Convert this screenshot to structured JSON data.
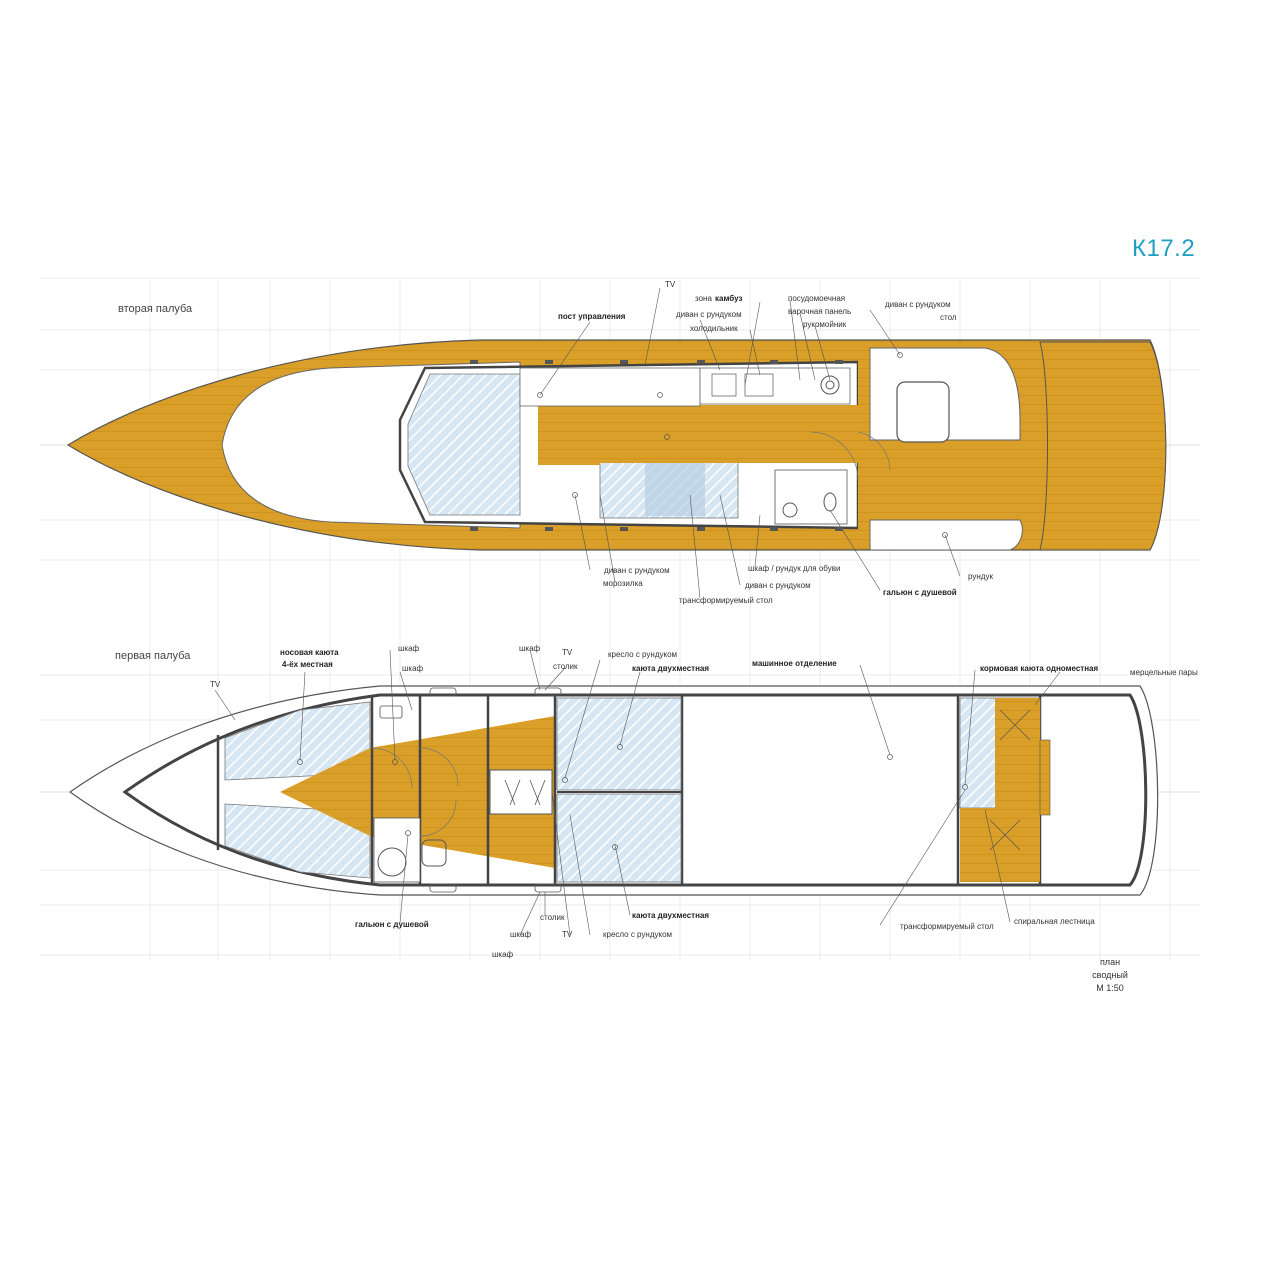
{
  "project_code": "К17.2",
  "colors": {
    "wood": "#d99f28",
    "glass": "#cfe3f1",
    "line": "#4a4a4a",
    "accent": "#1e9ec2"
  },
  "upper_deck": {
    "title": "вторая палуба",
    "labels": {
      "tv": "TV",
      "galley_zone_prefix": "зона",
      "galley_zone": "камбуз",
      "helm": "пост управления",
      "sofa_chest": "диван с рундуком",
      "fridge": "холодильник",
      "dishwasher": "посудомоечная",
      "cooktop": "варочная панель",
      "sink": "рукомойник",
      "sofa_chest_right": "диван с рундуком",
      "table": "стол",
      "sofa_chest_bottom": "диван с рундуком",
      "icemaker": "морозилка",
      "wardrobe": "шкаф / рундук для обуви",
      "sofa_chest_bottom2": "диван с рундуком",
      "transform_table": "трансформируемый стол",
      "head_shower": "гальюн с душевой",
      "locker": "рундук"
    }
  },
  "lower_deck": {
    "title": "первая палуба",
    "labels": {
      "tv_left": "TV",
      "bow_cabin_line1": "носовая каюта",
      "bow_cabin_line2": "4-ёх местная",
      "wardrobe_1": "шкаф",
      "wardrobe_2": "шкаф",
      "wardrobe_3": "шкаф",
      "tv_top": "TV",
      "side_table_top": "столик",
      "armchair_top": "кресло с рундуком",
      "double_cabin_top": "каюта двухместная",
      "engine_room": "машинное отделение",
      "stern_cabin": "кормовая каюта одноместная",
      "washer_dryer": "мерцельные пары",
      "head_shower": "гальюн с душевой",
      "wardrobe_bottom": "шкаф",
      "side_table_bottom": "столик",
      "tv_bottom": "TV",
      "double_cabin_bottom": "каюта двухместная",
      "armchair_bottom": "кресло с рундуком",
      "wardrobe_bottom2": "шкаф",
      "transform_table": "трансформируемый стол",
      "spiral_stairs": "спиральная лестница"
    }
  },
  "plan_note": {
    "line1": "план",
    "line2": "сводный",
    "line3": "М 1:50"
  }
}
